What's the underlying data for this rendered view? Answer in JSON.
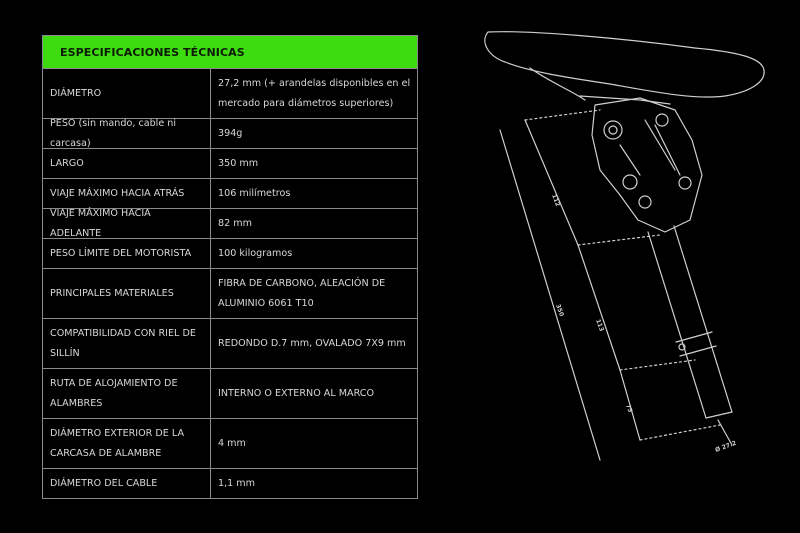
{
  "table": {
    "title": "ESPECIFICACIONES TÉCNICAS",
    "rows": [
      {
        "label": "DIÁMETRO",
        "value": "27,2 mm (+ arandelas disponibles en el mercado para diámetros superiores)"
      },
      {
        "label": "PESO (sin mando, cable ni carcasa)",
        "value": "394g"
      },
      {
        "label": "LARGO",
        "value": "350 mm"
      },
      {
        "label": "VIAJE MÁXIMO HACIA ATRÁS",
        "value": "106 milímetros"
      },
      {
        "label": "VIAJE MÁXIMO HACIA ADELANTE",
        "value": "82 mm"
      },
      {
        "label": "PESO LÍMITE DEL MOTORISTA",
        "value": "100 kilogramos"
      },
      {
        "label": "PRINCIPALES MATERIALES",
        "value": "FIBRA DE CARBONO, ALEACIÓN DE ALUMINIO 6061 T10"
      },
      {
        "label": "COMPATIBILIDAD CON RIEL DE SILLÍN",
        "value": "REDONDO D.7 mm, OVALADO 7X9 mm"
      },
      {
        "label": "RUTA DE ALOJAMIENTO DE ALAMBRES",
        "value": "INTERNO O EXTERNO AL MARCO"
      },
      {
        "label": "DIÁMETRO EXTERIOR DE LA CARCASA DE ALAMBRE",
        "value": "4 mm"
      },
      {
        "label": "DIÁMETRO DEL CABLE",
        "value": "1,1 mm"
      }
    ]
  },
  "diagram": {
    "dim_top": "112",
    "dim_total": "350",
    "dim_mid": "113",
    "dim_bottom": "75",
    "dim_diameter": "Ø 27.2"
  },
  "colors": {
    "header_bg": "#3cdc10",
    "background": "#000000",
    "line": "#cfcfcf"
  }
}
